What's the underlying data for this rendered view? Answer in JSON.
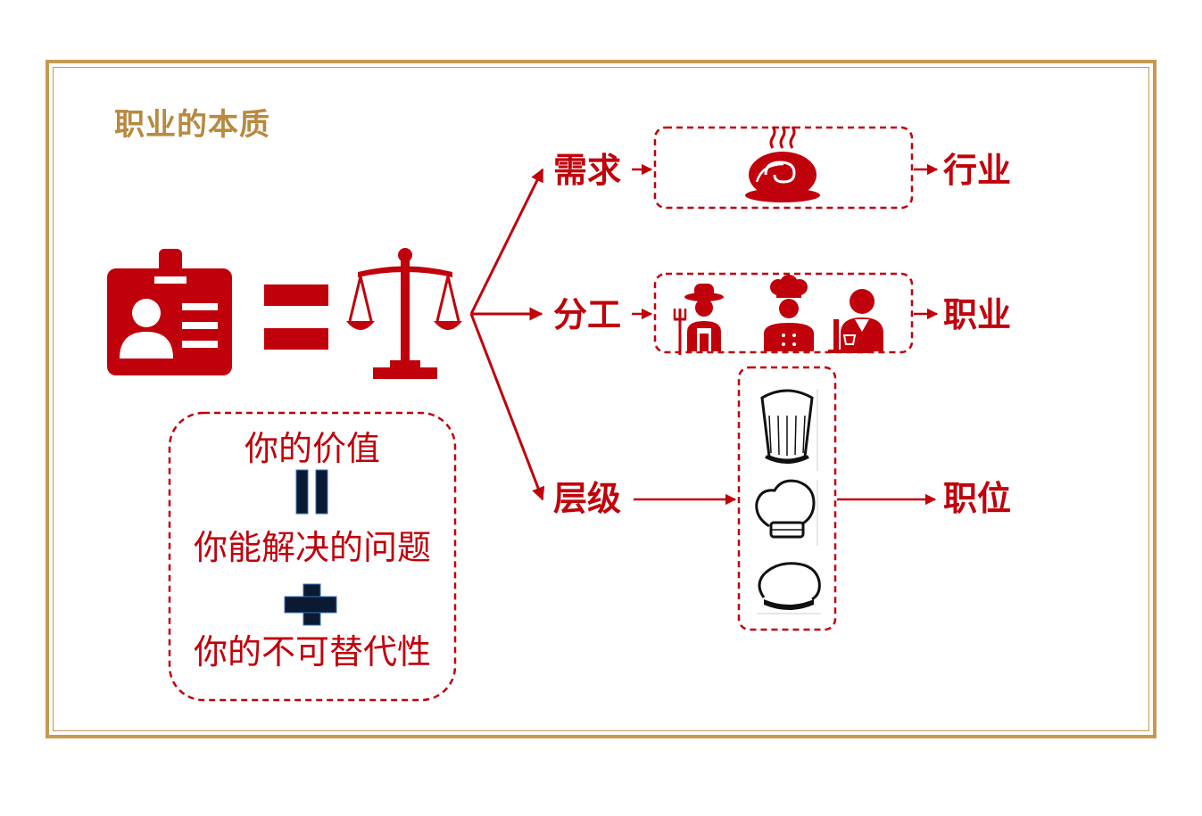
{
  "title": "职业的本质",
  "branches": [
    {
      "left": "需求",
      "right": "行业"
    },
    {
      "left": "分工",
      "right": "职业"
    },
    {
      "left": "层级",
      "right": "职位"
    }
  ],
  "value_box": {
    "line1": "你的价值",
    "line2": "你能解决的问题",
    "line3": "你的不可替代性"
  },
  "colors": {
    "red": "#c0000b",
    "gold": "#c79a50",
    "title_gold": "#b8893f",
    "navy": "#0b1a33"
  },
  "icons": [
    "id-badge-icon",
    "equals-icon",
    "scale-icon",
    "food-bowl-icon",
    "farmer-icon",
    "chef-icon",
    "waiter-icon",
    "tall-chef-hat-icon",
    "medium-chef-hat-icon",
    "short-chef-hat-icon",
    "equals-vertical-icon",
    "plus-icon"
  ]
}
